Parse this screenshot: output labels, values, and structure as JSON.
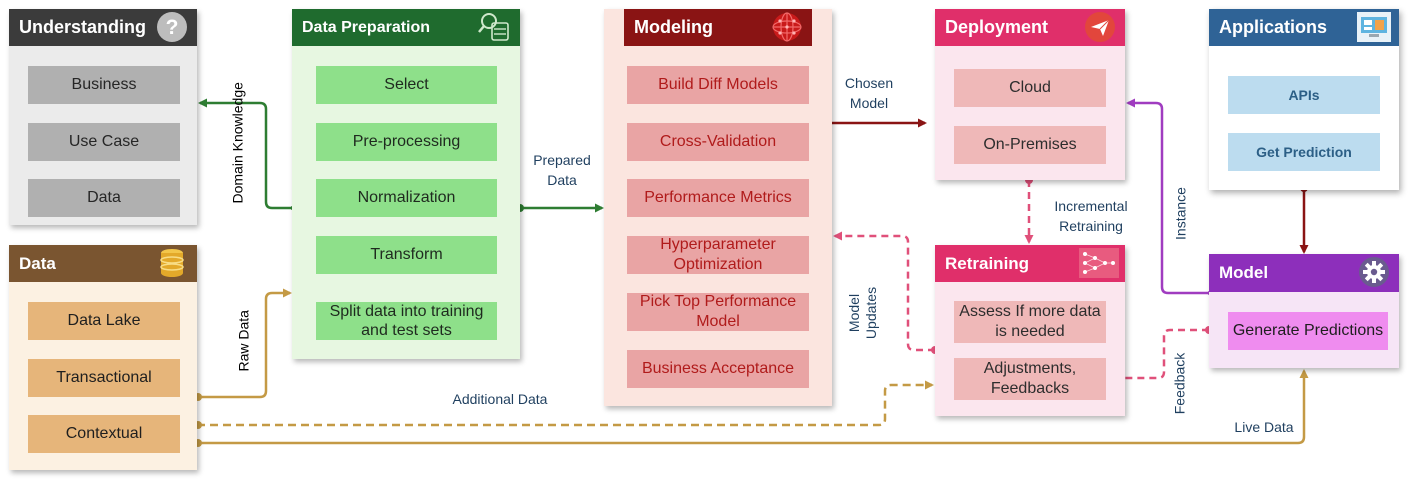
{
  "understanding": {
    "title": "Understanding",
    "icon": "question-mark-icon",
    "items": [
      "Business",
      "Use Case",
      "Data"
    ]
  },
  "data": {
    "title": "Data",
    "icon": "database-icon",
    "items": [
      "Data Lake",
      "Transactional",
      "Contextual"
    ]
  },
  "preparation": {
    "title": "Data Preparation",
    "icon": "data-search-icon",
    "items": [
      "Select",
      "Pre-processing",
      "Normalization",
      "Transform",
      "Split data into training and test sets"
    ]
  },
  "modeling": {
    "title": "Modeling",
    "icon": "neural-sphere-icon",
    "items": [
      "Build Diff Models",
      "Cross-Validation",
      "Performance Metrics",
      "Hyperparameter Optimization",
      "Pick Top Performance Model",
      "Business Acceptance"
    ]
  },
  "deployment": {
    "title": "Deployment",
    "icon": "paper-plane-icon",
    "items": [
      "Cloud",
      "On-Premises"
    ]
  },
  "retraining": {
    "title": "Retraining",
    "icon": "network-icon",
    "items": [
      "Assess If more data is needed",
      "Adjustments, Feedbacks"
    ]
  },
  "applications": {
    "title": "Applications",
    "icon": "dashboard-icon",
    "items": [
      "APIs",
      "Get Prediction"
    ]
  },
  "model": {
    "title": "Model",
    "icon": "gear-icon",
    "items": [
      "Generate Predictions"
    ]
  },
  "connectors": {
    "domain_knowledge": "Domain Knowledge",
    "raw_data": "Raw Data",
    "prepared_data": "Prepared Data",
    "chosen_model": "Chosen Model",
    "incremental_retraining": "Incremental Retraining",
    "model_updates": "Model Updates",
    "instance": "Instance",
    "feedback": "Feedback",
    "additional_data": "Additional Data",
    "live_data": "Live Data"
  },
  "colors": {
    "green_arrow": "#2e7d32",
    "brown_arrow": "#c49a45",
    "red_arrow": "#8a1414",
    "pink_dashed": "#e0507a",
    "purple_arrow": "#a03cc0"
  }
}
